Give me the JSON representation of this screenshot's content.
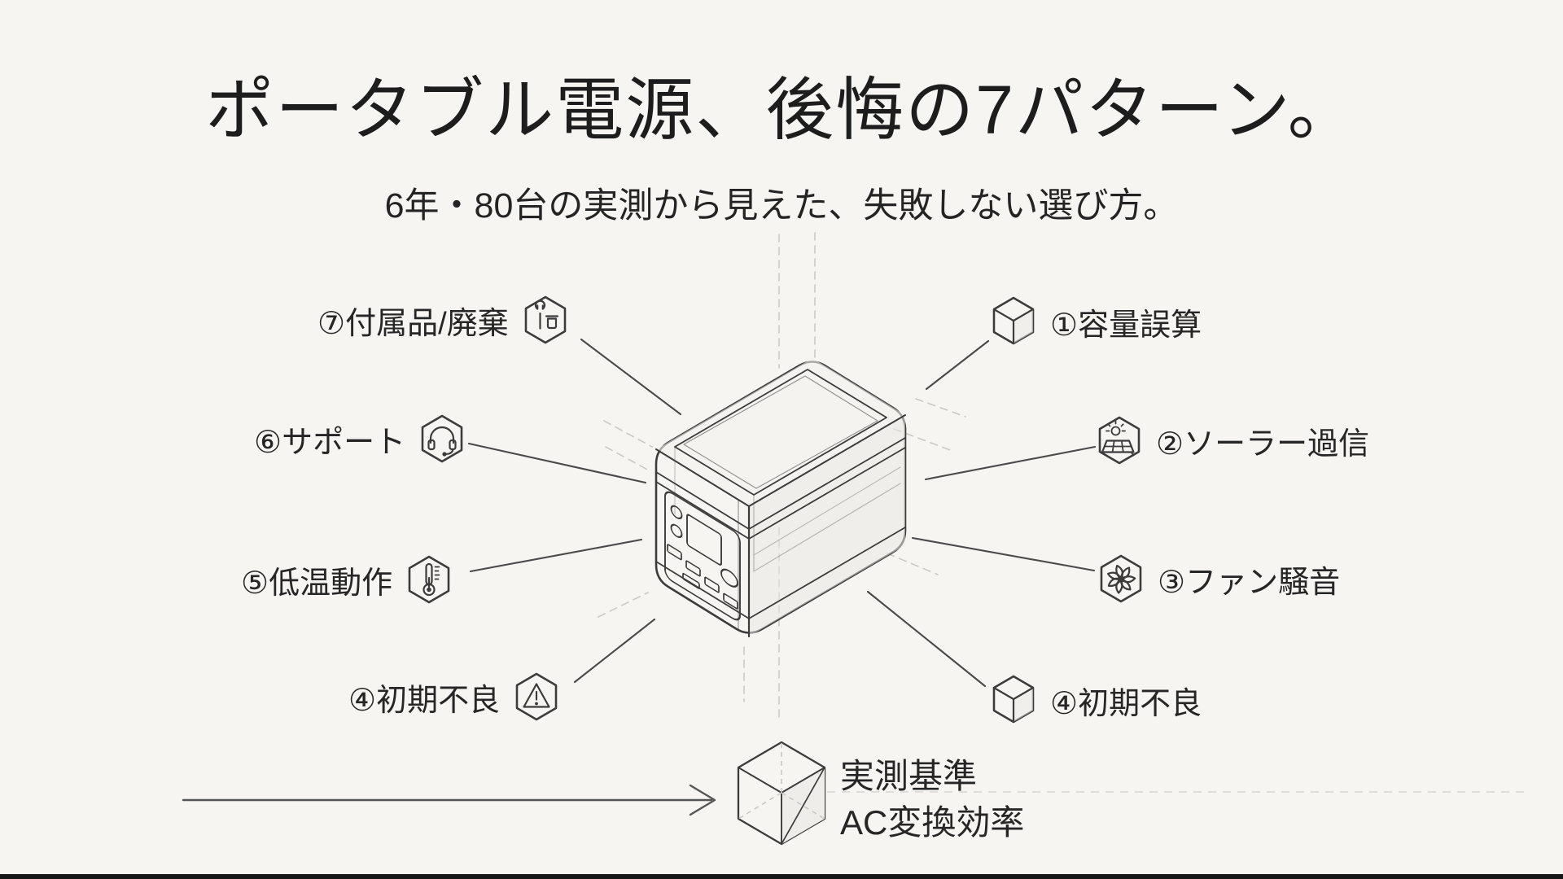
{
  "page": {
    "title": "ポータブル電源、後悔の7パターン。",
    "subtitle": "6年・80台の実測から見えた、失敗しない選び方。"
  },
  "callouts": {
    "left": [
      {
        "label": "⑦付属品/廃棄",
        "icon": "wrench-trash-icon"
      },
      {
        "label": "⑥サポート",
        "icon": "headset-icon"
      },
      {
        "label": "⑤低温動作",
        "icon": "thermometer-icon"
      },
      {
        "label": "④初期不良",
        "icon": "warning-triangle-icon"
      }
    ],
    "right": [
      {
        "label": "①容量誤算",
        "icon": "cube-icon"
      },
      {
        "label": "②ソーラー過信",
        "icon": "solar-panel-icon"
      },
      {
        "label": "③ファン騒音",
        "icon": "fan-icon"
      },
      {
        "label": "④初期不良",
        "icon": "cube-icon"
      }
    ]
  },
  "legend": {
    "line1": "実測基準",
    "line2": "AC変換効率",
    "icon": "measured-cube-icon"
  },
  "illustration": {
    "subject": "portable-power-station-isometric-line-drawing"
  },
  "colors": {
    "background": "#f6f5f2",
    "outline": "#3c3c3c",
    "leader": "#4a4a4a",
    "construction": "#cbc9c4",
    "text": "#232323",
    "shade": "#e9e7e3"
  }
}
